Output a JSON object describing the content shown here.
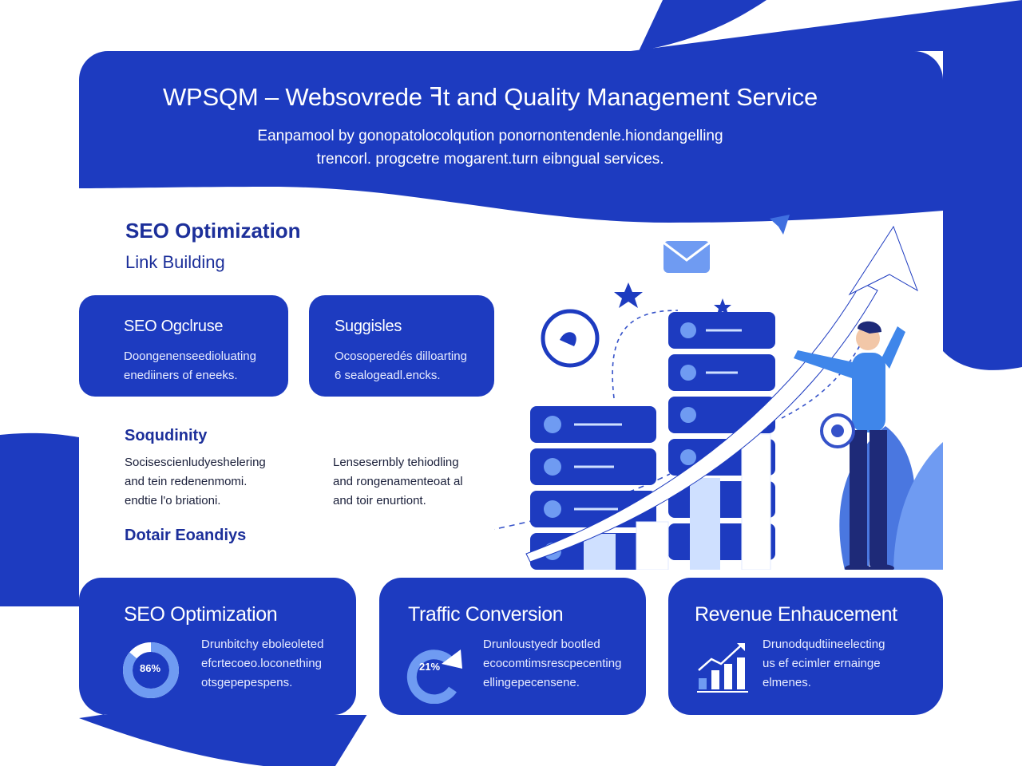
{
  "header": {
    "title": "WPSQM – Websovrede ꟻt and Quality Management Service",
    "subtitle_lines": [
      "Eanpamool by gonopatolocolqution ponornontendenle.hiondangelling",
      "trencorl. progcetre mogarent.turn eibngual services."
    ]
  },
  "left_section": {
    "heading": "SEO Optimization",
    "subheading": "Link Building"
  },
  "feature_cards": [
    {
      "title": "SEO Ogclruse",
      "lines": [
        "Doongenenseedioluating",
        "enediiners of eneeks."
      ]
    },
    {
      "title": "Suggisles",
      "lines": [
        "Ocosoperedés dilloarting",
        "6 sealogeadl.encks."
      ]
    }
  ],
  "solidity": {
    "heading": "Soqudinity",
    "lines": [
      "Socisescienludyeshelering",
      "and tein redenenmomi.",
      "endtie l'o briationi."
    ]
  },
  "middle_text": {
    "lines": [
      "Lensesernbly tehiodling",
      "and rongenamenteoat al",
      "and toir enurtiont."
    ]
  },
  "dotair": {
    "heading": "Dotair Eoandiys"
  },
  "bottom_cards": [
    {
      "title": "SEO Optimization",
      "lines": [
        "Drunbitchy eboleoleted",
        "efcrtecoeo.loconething",
        "otsgepepespens."
      ],
      "donut_label": "86%",
      "donut_value": 0.86
    },
    {
      "title": "Traffic Conversion",
      "lines": [
        "Drunloustyedr bootled",
        "ecocomtimsrescpecenting",
        "ellingepecensene."
      ],
      "gauge_label": "21%",
      "gauge_value": 0.21
    },
    {
      "title": "Revenue Enhaucement",
      "lines": [
        "Drunodqudtiineelecting",
        "us ef ecimler ernainge",
        "elmenes."
      ]
    }
  ],
  "colors": {
    "brand_blue": "#1d3bc0",
    "dark_blue": "#1c2f9a",
    "light_blue": "#6f9bf2",
    "navy": "#1e2a78"
  },
  "icons": [
    "mail-icon",
    "star-icon",
    "send-icon",
    "target-icon",
    "growth-arrow-icon",
    "person-illustration",
    "server-stack-icon",
    "bar-chart-icon",
    "leaf-plant-icon"
  ]
}
